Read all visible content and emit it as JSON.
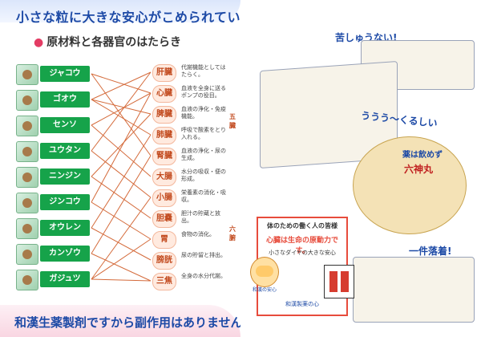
{
  "left": {
    "heading_top": "小さな粒に大きな安心がこめられています",
    "subheading": "原材料と各器官のはたらき",
    "heading_bottom": "和漢生薬製剤ですから副作用はありません",
    "materials": [
      {
        "label": "ジャコウ"
      },
      {
        "label": "ゴオウ"
      },
      {
        "label": "センソ"
      },
      {
        "label": "ユウタン"
      },
      {
        "label": "ニンジン"
      },
      {
        "label": "ジンコウ"
      },
      {
        "label": "オウレン"
      },
      {
        "label": "カンゾウ"
      },
      {
        "label": "ガジュツ"
      }
    ],
    "organs": [
      {
        "label": "肝臓",
        "desc": "代謝機能としてはたらく。"
      },
      {
        "label": "心臓",
        "desc": "血液を全身に送るポンプの役目。"
      },
      {
        "label": "脾臓",
        "desc": "血液の浄化・免疫機能。"
      },
      {
        "label": "肺臓",
        "desc": "呼吸で酸素をとり入れる。"
      },
      {
        "label": "腎臓",
        "desc": "血液の浄化・尿の生成。"
      },
      {
        "label": "大腸",
        "desc": "水分の吸収・便の形成。"
      },
      {
        "label": "小腸",
        "desc": "栄養素の消化・吸収。"
      },
      {
        "label": "胆嚢",
        "desc": "胆汁の貯蔵と放出。"
      },
      {
        "label": "胃",
        "desc": "食物の消化。"
      },
      {
        "label": "膀胱",
        "desc": "尿の貯留と排出。"
      },
      {
        "label": "三焦",
        "desc": "全身の水分代謝。"
      }
    ],
    "side_labels": {
      "top": "五臓",
      "bottom": "六腑"
    }
  },
  "right": {
    "bubble_1": "苦しゅうない!",
    "bubble_2": "ううう〜くるしい",
    "bubble_3": "薬は飲めず",
    "bubble_gold": "六神丸",
    "bubble_4": "一件落着!",
    "box_head": "体のための働く人の皆様",
    "box_big": "心臓は生命の原動力です。",
    "box_mid": "小さなダイヤの大きな安心",
    "box_bot": "和漢製薬の心",
    "mascot_text": "和漢の安心"
  },
  "colors": {
    "title_blue": "#1d4aa6",
    "material_green": "#16a34a",
    "organ_orange": "#c24a1e",
    "accent_red": "#e33c64"
  }
}
